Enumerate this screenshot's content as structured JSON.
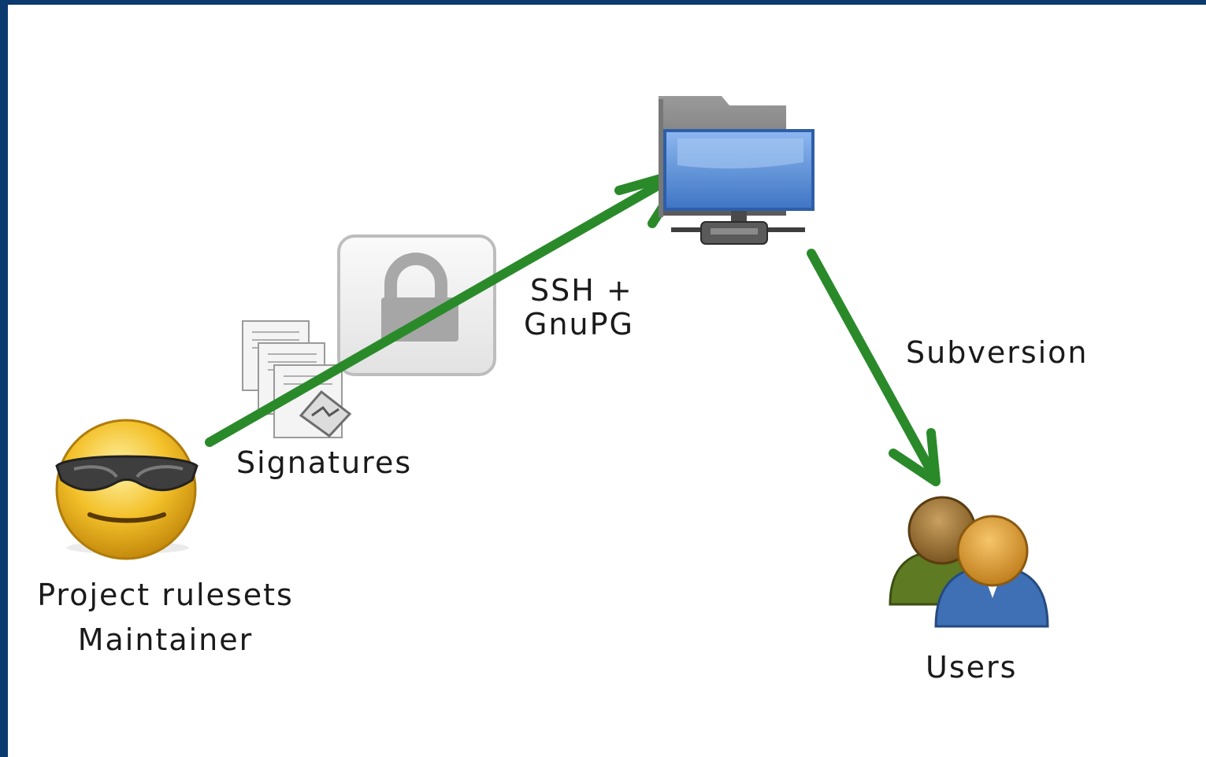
{
  "nodes": {
    "maintainer": {
      "label_line1": "Project rulesets",
      "label_line2": "Maintainer",
      "icon": "cool-smiley-icon"
    },
    "signatures": {
      "label": "Signatures",
      "icon": "signed-documents-icon"
    },
    "lock": {
      "icon": "padlock-icon"
    },
    "server": {
      "icon": "network-folder-icon"
    },
    "users": {
      "label": "Users",
      "icon": "users-group-icon"
    }
  },
  "edges": {
    "upload": {
      "label_line1": "SSH +",
      "label_line2": "GnuPG",
      "color": "#2a8a2a"
    },
    "download": {
      "label": "Subversion",
      "color": "#2a8a2a"
    }
  },
  "colors": {
    "frame": "#0a3a6e",
    "arrow": "#2a8a2a",
    "folder_blue": "#5b8fd6",
    "smiley_yellow": "#f3c12a"
  }
}
